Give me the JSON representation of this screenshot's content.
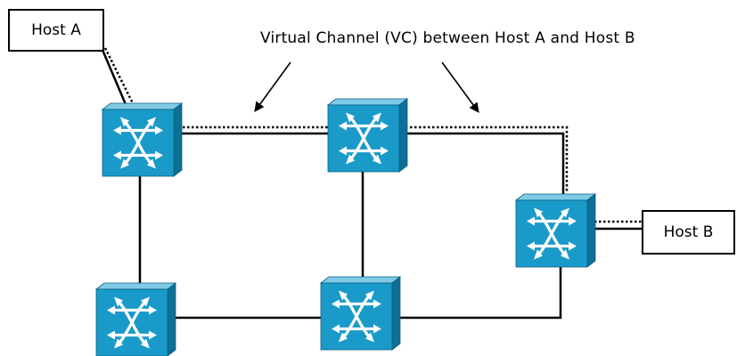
{
  "hosts": {
    "a": {
      "label": "Host A"
    },
    "b": {
      "label": "Host B"
    }
  },
  "annotation": {
    "text": "Virtual Channel (VC) between Host A and Host B"
  },
  "colors": {
    "switch_front": "#1a9ac9",
    "switch_top": "#7fcbe6",
    "switch_side": "#0f6f97",
    "line": "#000000",
    "arrow_glyph": "#ffffff"
  },
  "icons": {
    "switch": "network-switch-icon"
  }
}
